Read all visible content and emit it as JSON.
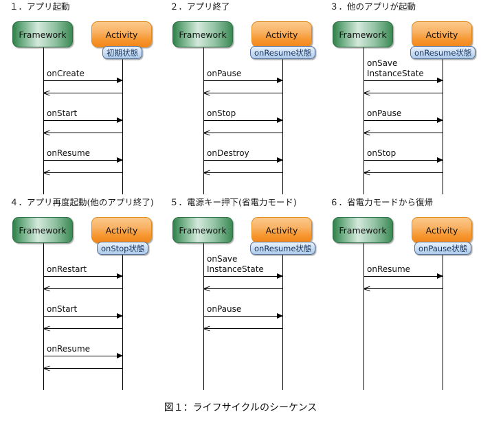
{
  "figure": {
    "caption": "図１：ライフサイクルのシーケンス",
    "colors": {
      "framework_fill": "#6fae84",
      "framework_border": "#2f7046",
      "activity_fill": "#f7962f",
      "activity_border": "#e08a1e",
      "state_fill": "#cfe0f4",
      "state_border": "#56729a",
      "line": "#000000",
      "background": "#ffffff"
    }
  },
  "panels": [
    {
      "number": "1",
      "title": "１．アプリ起動",
      "framework_label": "Framework",
      "activity_label": "Activity",
      "state_label": "初期状態",
      "messages": [
        {
          "label": "onCreate",
          "lines": 1
        },
        {
          "label": "onStart",
          "lines": 1
        },
        {
          "label": "onResume",
          "lines": 1
        }
      ]
    },
    {
      "number": "2",
      "title": "２．アプリ終了",
      "framework_label": "Framework",
      "activity_label": "Activity",
      "state_label": "onResume状態",
      "messages": [
        {
          "label": "onPause",
          "lines": 1
        },
        {
          "label": "onStop",
          "lines": 1
        },
        {
          "label": "onDestroy",
          "lines": 1
        }
      ]
    },
    {
      "number": "3",
      "title": "３．他のアプリが起動",
      "framework_label": "Framework",
      "activity_label": "Activity",
      "state_label": "onResume状態",
      "messages": [
        {
          "label": "onSave\nInstanceState",
          "lines": 2
        },
        {
          "label": "onPause",
          "lines": 1
        },
        {
          "label": "onStop",
          "lines": 1
        }
      ]
    },
    {
      "number": "4",
      "title": "４．アプリ再度起動(他のアプリ終了)",
      "framework_label": "Framework",
      "activity_label": "Activity",
      "state_label": "onStop状態",
      "messages": [
        {
          "label": "onRestart",
          "lines": 1
        },
        {
          "label": "onStart",
          "lines": 1
        },
        {
          "label": "onResume",
          "lines": 1
        }
      ]
    },
    {
      "number": "5",
      "title": "５．電源キー押下(省電力モード)",
      "framework_label": "Framework",
      "activity_label": "Activity",
      "state_label": "onResume状態",
      "messages": [
        {
          "label": "onSave\nInstanceState",
          "lines": 2
        },
        {
          "label": "onPause",
          "lines": 1
        }
      ]
    },
    {
      "number": "6",
      "title": "６．省電力モードから復帰",
      "framework_label": "Framework",
      "activity_label": "Activity",
      "state_label": "onPause状態",
      "messages": [
        {
          "label": "onResume",
          "lines": 1
        }
      ]
    }
  ]
}
